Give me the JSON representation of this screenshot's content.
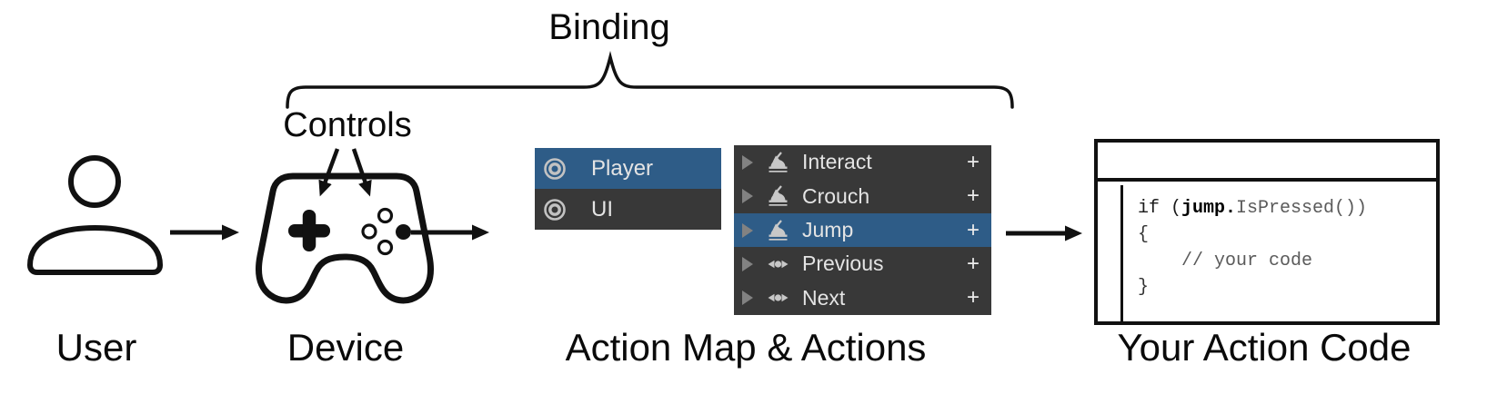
{
  "labels": {
    "binding": "Binding",
    "controls": "Controls",
    "user": "User",
    "device": "Device",
    "action_map": "Action Map & Actions",
    "action_code": "Your Action Code"
  },
  "action_map_panel": {
    "items": [
      {
        "label": "Player",
        "selected": true
      },
      {
        "label": "UI",
        "selected": false
      }
    ]
  },
  "actions_panel": {
    "items": [
      {
        "label": "Interact",
        "icon": "button-control",
        "selected": false
      },
      {
        "label": "Crouch",
        "icon": "button-control",
        "selected": false
      },
      {
        "label": "Jump",
        "icon": "button-control",
        "selected": true
      },
      {
        "label": "Previous",
        "icon": "axis-control",
        "selected": false
      },
      {
        "label": "Next",
        "icon": "axis-control",
        "selected": false
      }
    ],
    "add_button": "+"
  },
  "code_box": {
    "if_part": "if (",
    "jump_part": "jump.",
    "rest_part": "IsPressed())",
    "open_brace": "{",
    "comment": "    // your code",
    "close_brace": "}"
  },
  "icons": {
    "action-map-icon": "double-circle target",
    "button-control-icon": "arrow pressing button dome",
    "axis-control-icon": "left-right arrows around dot",
    "foldout-icon": "right-pointing triangle",
    "add-icon": "+",
    "user-icon": "person silhouette outline",
    "gamepad-icon": "game controller outline"
  },
  "colors": {
    "selection-blue": "#2e5c87",
    "panel-gray": "#383838",
    "icon-gray": "#c8c8c8",
    "row-text": "#e4e4e4",
    "ink": "#111111",
    "code-dim": "#5a5a5a"
  }
}
